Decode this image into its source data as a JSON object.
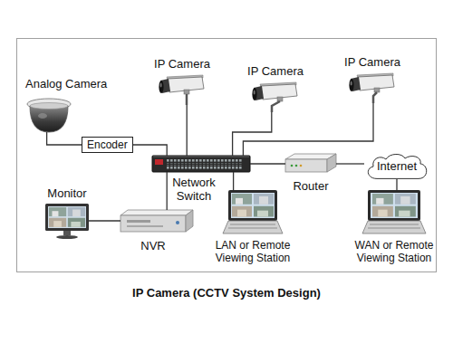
{
  "diagram": {
    "caption": "IP Camera (CCTV System Design)",
    "nodes": [
      {
        "text": [
          "Analog Camera"
        ]
      },
      {
        "text": [
          "Encoder"
        ]
      },
      {
        "text": [
          "IP Camera"
        ]
      },
      {
        "text": [
          "IP Camera"
        ]
      },
      {
        "text": [
          "IP Camera"
        ]
      },
      {
        "text": [
          "Network Switch"
        ]
      },
      {
        "text": [
          "Router"
        ]
      },
      {
        "text": [
          "Internet"
        ]
      },
      {
        "text": [
          "Monitor"
        ]
      },
      {
        "text": [
          "NVR"
        ]
      },
      {
        "text": [
          "LAN or Remote Viewing Station"
        ]
      },
      {
        "text": [
          "WAN or Remote Viewing Station"
        ]
      }
    ],
    "edges": [
      {
        "from": 0,
        "to": 1,
        "arrow": "none"
      },
      {
        "from": 1,
        "to": 5,
        "arrow": "none"
      },
      {
        "from": 2,
        "to": 5,
        "arrow": "none"
      },
      {
        "from": 3,
        "to": 5,
        "arrow": "none"
      },
      {
        "from": 4,
        "to": 5,
        "arrow": "none"
      },
      {
        "from": 5,
        "to": 9,
        "arrow": "none"
      },
      {
        "from": 9,
        "to": 8,
        "arrow": "none"
      },
      {
        "from": 5,
        "to": 10,
        "arrow": "none"
      },
      {
        "from": 5,
        "to": 6,
        "arrow": "none"
      },
      {
        "from": 6,
        "to": 7,
        "arrow": "none"
      },
      {
        "from": 7,
        "to": 11,
        "arrow": "none"
      }
    ]
  }
}
